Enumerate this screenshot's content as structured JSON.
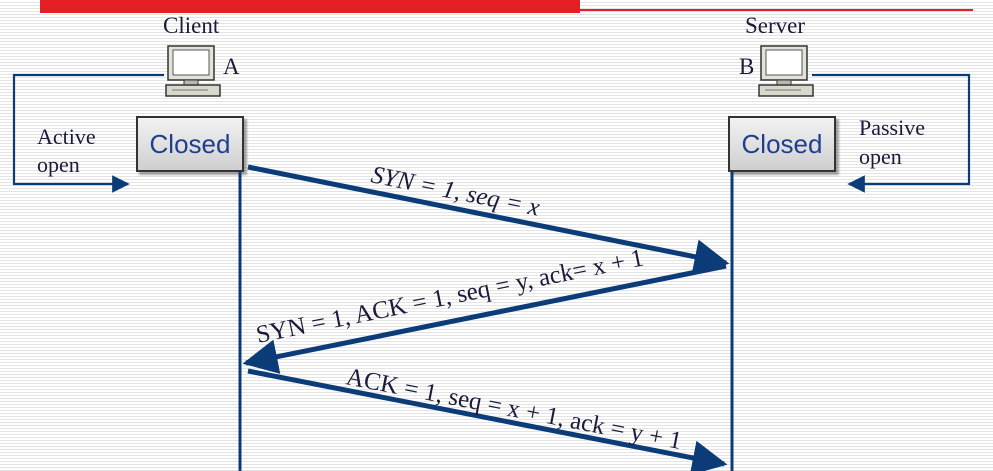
{
  "client": {
    "title": "Client",
    "host_letter": "A",
    "state": "Closed",
    "action": "Active\nopen"
  },
  "server": {
    "title": "Server",
    "host_letter": "B",
    "state": "Closed",
    "action": "Passive\nopen"
  },
  "messages": [
    {
      "text": "SYN = 1, seq = x"
    },
    {
      "text": "SYN = 1, ACK = 1, seq = y, ack= x + 1"
    },
    {
      "text": "ACK = 1, seq = x + 1, ack = y + 1"
    }
  ],
  "colors": {
    "arrow": "#0b3c78",
    "accent_bar": "#e31e24",
    "state_text": "#1f3f8f",
    "label": "#1a1a3a"
  }
}
